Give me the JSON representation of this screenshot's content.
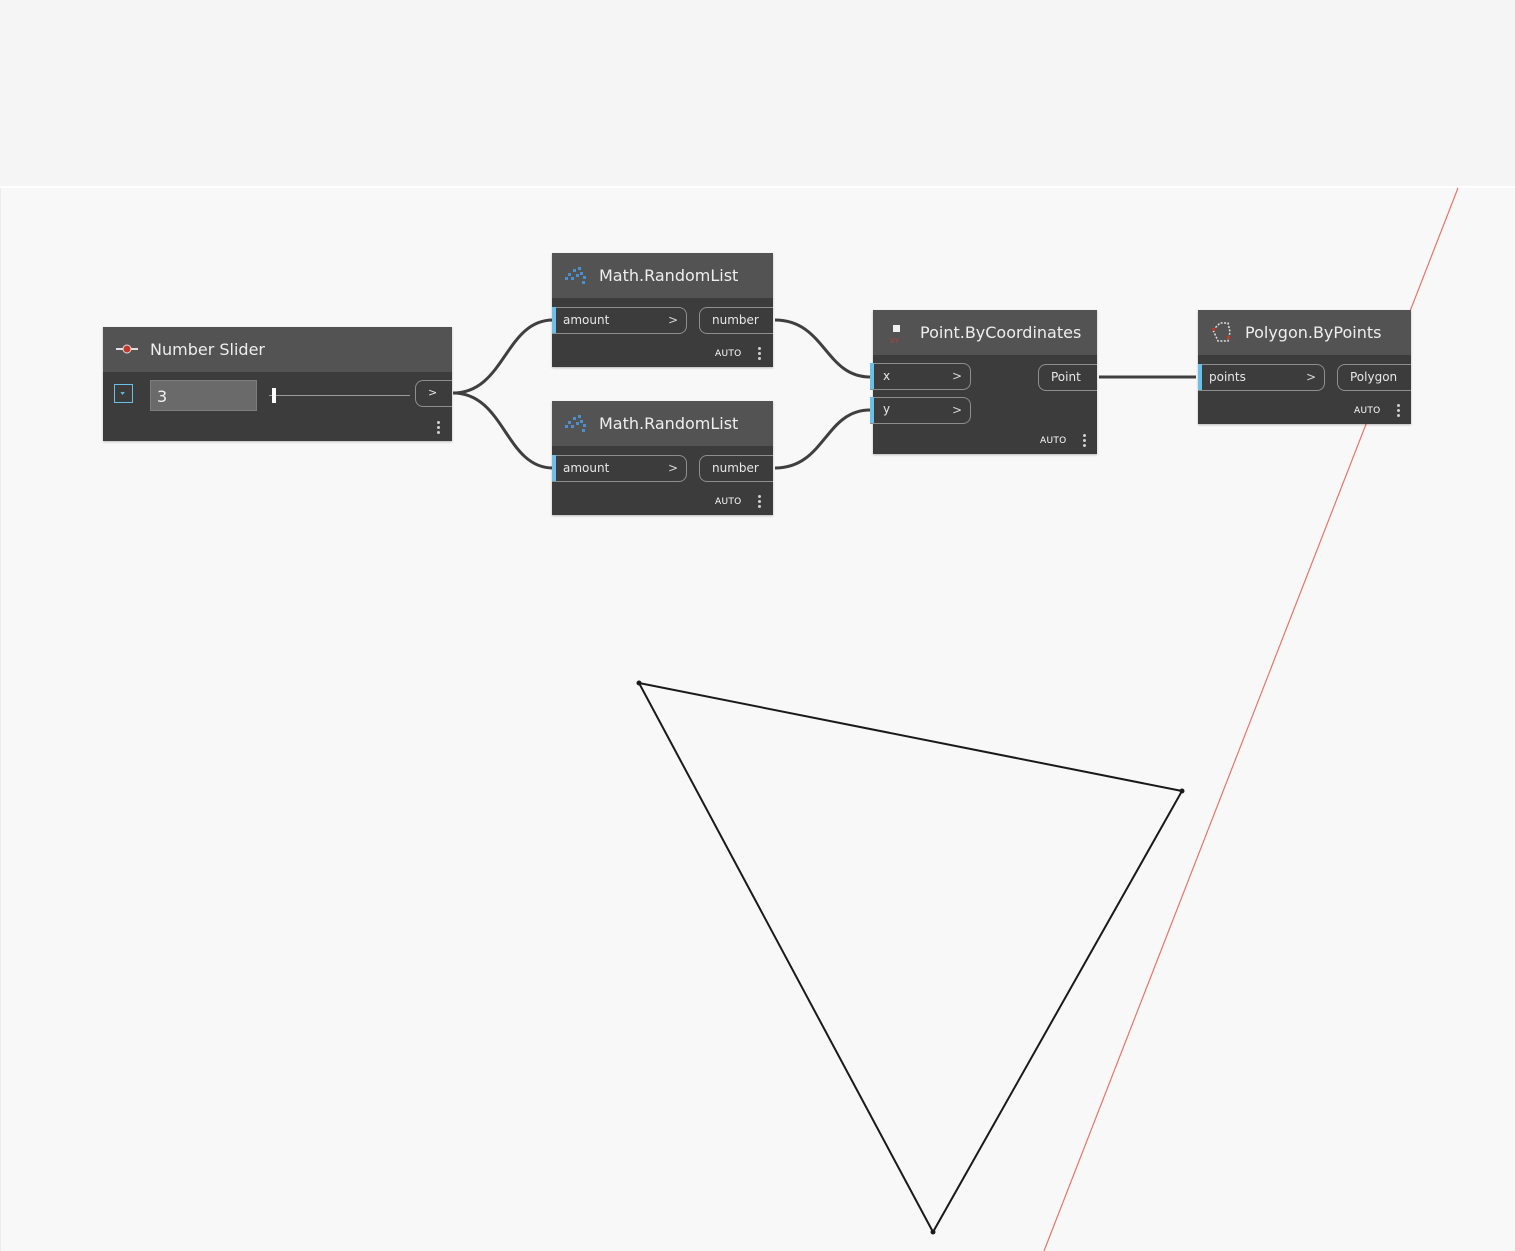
{
  "nodes": {
    "slider": {
      "title": "Number Slider",
      "value": "3",
      "slider_fraction": 0.02,
      "output_label": ">"
    },
    "random1": {
      "title": "Math.RandomList",
      "input": "amount",
      "output": "number",
      "lacing": "AUTO"
    },
    "random2": {
      "title": "Math.RandomList",
      "input": "amount",
      "output": "number",
      "lacing": "AUTO"
    },
    "point": {
      "title": "Point.ByCoordinates",
      "input_x": "x",
      "input_y": "y",
      "output": "Point",
      "lacing": "AUTO",
      "icon_label": "XY"
    },
    "polygon": {
      "title": "Polygon.ByPoints",
      "input": "points",
      "output": "Polygon",
      "lacing": "AUTO"
    }
  },
  "chevron": ">",
  "colors": {
    "canvas": "#f8f8f8",
    "node_body": "#3c3c3c",
    "node_header": "#535353",
    "port_accent": "#6ac0e7",
    "wire": "#3f3f3f",
    "axis_line": "#e8746a",
    "geometry": "#1a1a1a"
  }
}
